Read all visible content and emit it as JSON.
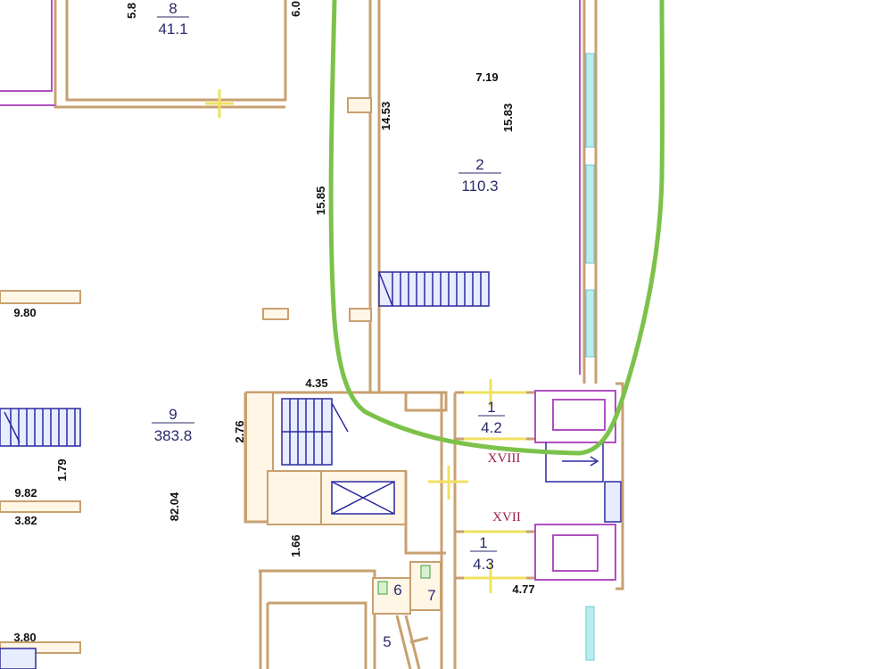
{
  "colors": {
    "wall": "#c8a070",
    "inner_line": "#b050c0",
    "stair": "#2a2aa0",
    "window": "#b8eef0",
    "highlight": "#7cc24a",
    "marker": "#f0e060"
  },
  "rooms": [
    {
      "id": "8",
      "area": "41.1"
    },
    {
      "id": "2",
      "area": "110.3"
    },
    {
      "id": "9",
      "area": "383.8"
    },
    {
      "id": "1",
      "area": "4.2"
    },
    {
      "id": "1",
      "area": "4.3"
    }
  ],
  "small_rooms": {
    "r6": "6",
    "r7": "7",
    "r5": "5"
  },
  "roman_labels": {
    "xviii": "XVIII",
    "xvii": "XVII"
  },
  "dimensions": {
    "d_5_8": "5.8",
    "d_6_0": "6.0",
    "d_7_19": "7.19",
    "d_14_53": "14.53",
    "d_15_83": "15.83",
    "d_15_85": "15.85",
    "d_9_80": "9.80",
    "d_4_35": "4.35",
    "d_2_76": "2.76",
    "d_1_79": "1.79",
    "d_9_82": "9.82",
    "d_3_82": "3.82",
    "d_82_04": "82.04",
    "d_1_66": "1.66",
    "d_4_77": "4.77",
    "d_3_80": "3.80"
  }
}
